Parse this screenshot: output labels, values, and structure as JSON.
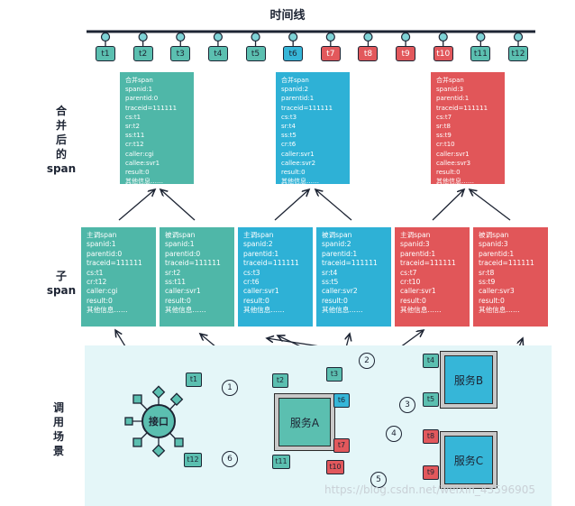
{
  "timeline": {
    "title": "时间线",
    "ticks": [
      {
        "label": "t1",
        "color": "teal"
      },
      {
        "label": "t2",
        "color": "teal"
      },
      {
        "label": "t3",
        "color": "teal"
      },
      {
        "label": "t4",
        "color": "teal"
      },
      {
        "label": "t5",
        "color": "teal"
      },
      {
        "label": "t6",
        "color": "blue"
      },
      {
        "label": "t7",
        "color": "red"
      },
      {
        "label": "t8",
        "color": "red"
      },
      {
        "label": "t9",
        "color": "red"
      },
      {
        "label": "t10",
        "color": "red"
      },
      {
        "label": "t11",
        "color": "teal"
      },
      {
        "label": "t12",
        "color": "teal"
      }
    ]
  },
  "labels": {
    "merged": [
      "合",
      "并",
      "后",
      "的",
      "span"
    ],
    "child": [
      "子",
      "span"
    ],
    "scene": [
      "调",
      "用",
      "场",
      "景"
    ]
  },
  "merged_spans": [
    {
      "color": "teal",
      "lines": [
        "合并span",
        "spanid:1",
        "parentid:0",
        "traceid=111111",
        "cs:t1",
        "sr:t2",
        "ss:t11",
        "cr:t12",
        "caller:cgi",
        "callee:svr1",
        "result:0",
        "其他信息……"
      ]
    },
    {
      "color": "blue",
      "lines": [
        "合并span",
        "spanid:2",
        "parentid:1",
        "traceid=111111",
        "cs:t3",
        "sr:t4",
        "ss:t5",
        "cr:t6",
        "caller:svr1",
        "callee:svr2",
        "result:0",
        "其他信息……"
      ]
    },
    {
      "color": "red",
      "lines": [
        "合并span",
        "spanid:3",
        "parentid:1",
        "traceid=111111",
        "cs:t7",
        "sr:t8",
        "ss:t9",
        "cr:t10",
        "caller:svr1",
        "callee:svr3",
        "result:0",
        "其他信息……"
      ]
    }
  ],
  "child_spans": [
    {
      "color": "teal",
      "lines": [
        "主调span",
        "spanid:1",
        "parentid:0",
        "traceid=111111",
        "cs:t1",
        "cr:t12",
        "caller:cgi",
        "result:0",
        "其他信息……"
      ]
    },
    {
      "color": "teal",
      "lines": [
        "被调span",
        "spanid:1",
        "parentid:0",
        "traceid=111111",
        "sr:t2",
        "ss:t11",
        "caller:svr1",
        "result:0",
        "其他信息……"
      ]
    },
    {
      "color": "blue",
      "lines": [
        "主调span",
        "spanid:2",
        "parentid:1",
        "traceid=111111",
        "cs:t3",
        "cr:t6",
        "caller:svr1",
        "result:0",
        "其他信息……"
      ]
    },
    {
      "color": "blue",
      "lines": [
        "被调span",
        "spanid:2",
        "parentid:1",
        "traceid=111111",
        "sr:t4",
        "ss:t5",
        "caller:svr2",
        "result:0",
        "其他信息……"
      ]
    },
    {
      "color": "red",
      "lines": [
        "主调span",
        "spanid:3",
        "parentid:1",
        "traceid=111111",
        "cs:t7",
        "cr:t10",
        "caller:svr1",
        "result:0",
        "其他信息……"
      ]
    },
    {
      "color": "red",
      "lines": [
        "被调span",
        "spanid:3",
        "parentid:1",
        "traceid=111111",
        "sr:t8",
        "ss:t9",
        "caller:svr3",
        "result:0",
        "其他信息……"
      ]
    }
  ],
  "scene": {
    "interface": "接口",
    "service_a": "服务A",
    "service_b": "服务B",
    "service_c": "服务C",
    "tags": {
      "t1": "t1",
      "t2": "t2",
      "t3": "t3",
      "t4": "t4",
      "t5": "t5",
      "t6": "t6",
      "t7": "t7",
      "t8": "t8",
      "t9": "t9",
      "t10": "t10",
      "t11": "t11",
      "t12": "t12"
    },
    "steps": [
      "1",
      "2",
      "3",
      "4",
      "5",
      "6"
    ]
  },
  "watermark": "https://blog.csdn.net/weixin_43596905",
  "colors": {
    "teal": "#4fb7a8",
    "blue": "#2eb1d6",
    "red": "#e15659",
    "dark": "#1d2433",
    "scene_bg": "#e4f6f8"
  }
}
